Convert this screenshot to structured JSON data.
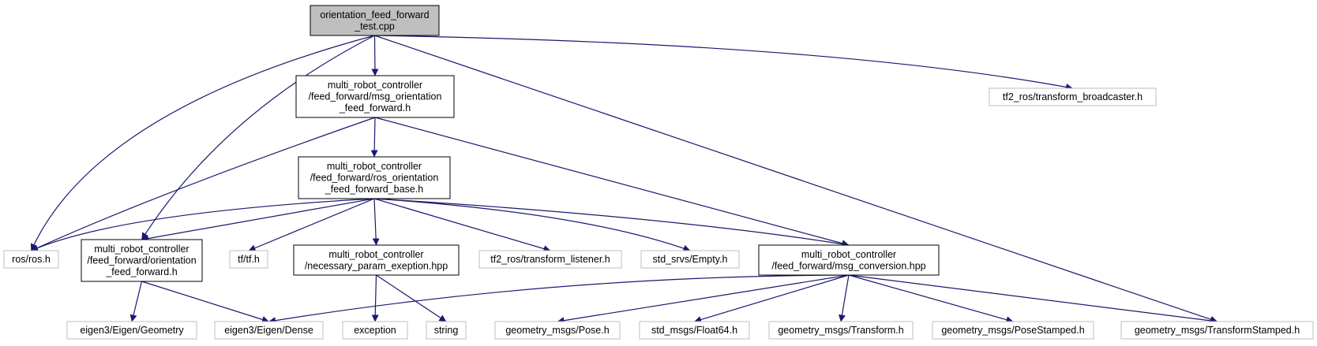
{
  "colors": {
    "edge": "#191970",
    "root_fill": "#bfbfbf",
    "root_stroke": "#000000",
    "documented_stroke": "#000000",
    "external_stroke": "#bfbfbf",
    "box_fill": "#ffffff"
  },
  "nodes": [
    {
      "id": "root",
      "kind": "root",
      "lines": [
        "orientation_feed_forward",
        "_test.cpp"
      ]
    },
    {
      "id": "msg_off",
      "kind": "documented",
      "lines": [
        "multi_robot_controller",
        "/feed_forward/msg_orientation",
        "_feed_forward.h"
      ]
    },
    {
      "id": "tf2_broadcaster",
      "kind": "external",
      "lines": [
        "tf2_ros/transform_broadcaster.h"
      ]
    },
    {
      "id": "ros_off_base",
      "kind": "documented",
      "lines": [
        "multi_robot_controller",
        "/feed_forward/ros_orientation",
        "_feed_forward_base.h"
      ]
    },
    {
      "id": "ros_h",
      "kind": "external",
      "lines": [
        "ros/ros.h"
      ]
    },
    {
      "id": "off_h",
      "kind": "documented",
      "lines": [
        "multi_robot_controller",
        "/feed_forward/orientation",
        "_feed_forward.h"
      ]
    },
    {
      "id": "tf_h",
      "kind": "external",
      "lines": [
        "tf/tf.h"
      ]
    },
    {
      "id": "necessary",
      "kind": "documented",
      "lines": [
        "multi_robot_controller",
        "/necessary_param_exeption.hpp"
      ]
    },
    {
      "id": "tf2_listener",
      "kind": "external",
      "lines": [
        "tf2_ros/transform_listener.h"
      ]
    },
    {
      "id": "std_srvs",
      "kind": "external",
      "lines": [
        "std_srvs/Empty.h"
      ]
    },
    {
      "id": "msg_conv",
      "kind": "documented",
      "lines": [
        "multi_robot_controller",
        "/feed_forward/msg_conversion.hpp"
      ]
    },
    {
      "id": "eigen_geom",
      "kind": "external",
      "lines": [
        "eigen3/Eigen/Geometry"
      ]
    },
    {
      "id": "eigen_dense",
      "kind": "external",
      "lines": [
        "eigen3/Eigen/Dense"
      ]
    },
    {
      "id": "exception",
      "kind": "external",
      "lines": [
        "exception"
      ]
    },
    {
      "id": "string",
      "kind": "external",
      "lines": [
        "string"
      ]
    },
    {
      "id": "gm_pose",
      "kind": "external",
      "lines": [
        "geometry_msgs/Pose.h"
      ]
    },
    {
      "id": "std_float64",
      "kind": "external",
      "lines": [
        "std_msgs/Float64.h"
      ]
    },
    {
      "id": "gm_transform",
      "kind": "external",
      "lines": [
        "geometry_msgs/Transform.h"
      ]
    },
    {
      "id": "gm_posestamped",
      "kind": "external",
      "lines": [
        "geometry_msgs/PoseStamped.h"
      ]
    },
    {
      "id": "gm_transformstamped",
      "kind": "external",
      "lines": [
        "geometry_msgs/TransformStamped.h"
      ]
    }
  ],
  "edges": [
    [
      "root",
      "msg_off"
    ],
    [
      "root",
      "tf2_broadcaster"
    ],
    [
      "root",
      "ros_h"
    ],
    [
      "root",
      "off_h"
    ],
    [
      "root",
      "gm_transformstamped"
    ],
    [
      "msg_off",
      "ros_off_base"
    ],
    [
      "msg_off",
      "ros_h"
    ],
    [
      "msg_off",
      "msg_conv"
    ],
    [
      "ros_off_base",
      "ros_h"
    ],
    [
      "ros_off_base",
      "off_h"
    ],
    [
      "ros_off_base",
      "tf_h"
    ],
    [
      "ros_off_base",
      "necessary"
    ],
    [
      "ros_off_base",
      "tf2_listener"
    ],
    [
      "ros_off_base",
      "std_srvs"
    ],
    [
      "ros_off_base",
      "msg_conv"
    ],
    [
      "off_h",
      "eigen_geom"
    ],
    [
      "off_h",
      "eigen_dense"
    ],
    [
      "necessary",
      "exception"
    ],
    [
      "necessary",
      "string"
    ],
    [
      "msg_conv",
      "eigen_dense"
    ],
    [
      "msg_conv",
      "gm_pose"
    ],
    [
      "msg_conv",
      "std_float64"
    ],
    [
      "msg_conv",
      "gm_transform"
    ],
    [
      "msg_conv",
      "gm_posestamped"
    ],
    [
      "msg_conv",
      "gm_transformstamped"
    ]
  ]
}
